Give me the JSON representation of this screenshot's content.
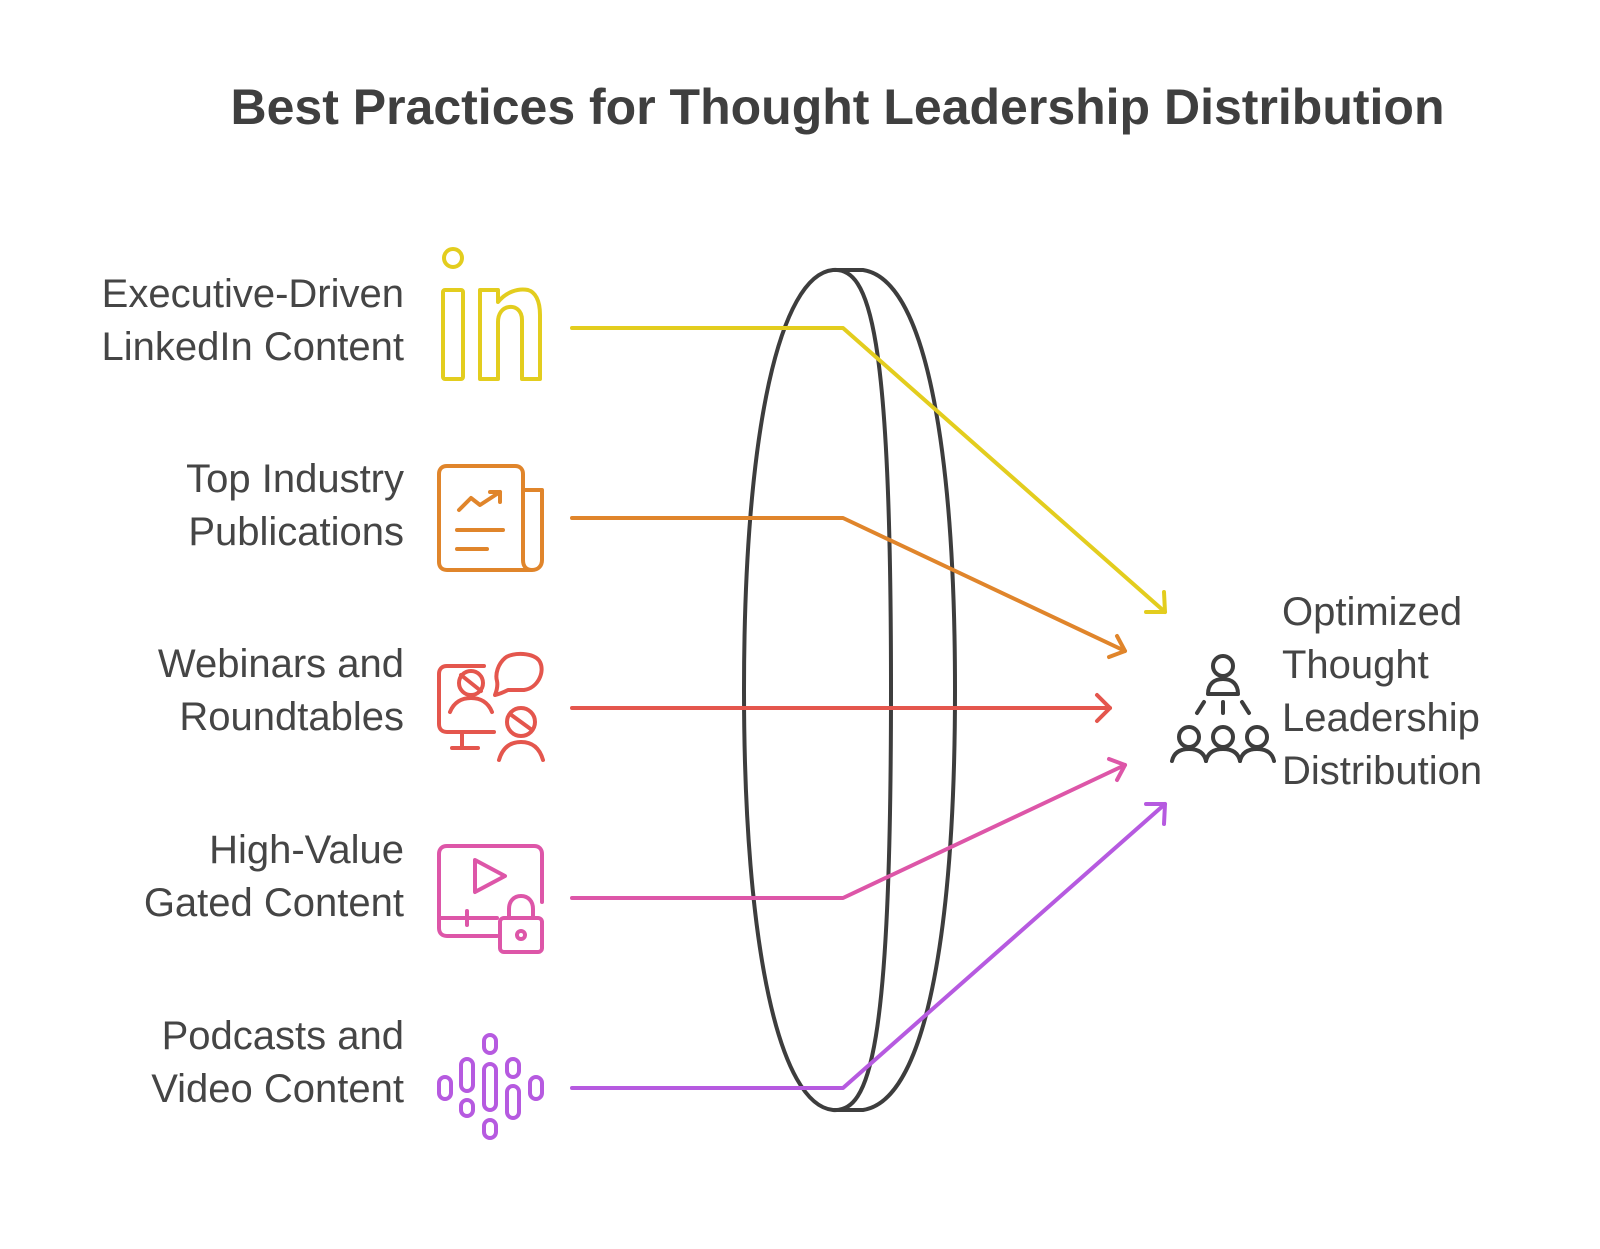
{
  "title": "Best Practices for Thought Leadership Distribution",
  "colors": {
    "outline": "#3d3d3d",
    "linkedin": "#e3cd1e",
    "publications": "#e0852b",
    "webinars": "#e4564d",
    "gated": "#dd56a8",
    "podcasts": "#b65ae0"
  },
  "inputs": [
    {
      "lines": [
        "Executive-Driven",
        "LinkedIn Content"
      ],
      "icon": "linkedin-icon",
      "color": "#e3cd1e"
    },
    {
      "lines": [
        "Top Industry",
        "Publications"
      ],
      "icon": "newspaper-chart-icon",
      "color": "#e0852b"
    },
    {
      "lines": [
        "Webinars and",
        "Roundtables"
      ],
      "icon": "webinar-icon",
      "color": "#e4564d"
    },
    {
      "lines": [
        "High-Value",
        "Gated Content"
      ],
      "icon": "locked-video-icon",
      "color": "#dd56a8"
    },
    {
      "lines": [
        "Podcasts and",
        "Video Content"
      ],
      "icon": "audio-waveform-icon",
      "color": "#b65ae0"
    }
  ],
  "output": {
    "lines": [
      "Optimized",
      "Thought",
      "Leadership",
      "Distribution"
    ],
    "icon": "audience-group-icon"
  }
}
